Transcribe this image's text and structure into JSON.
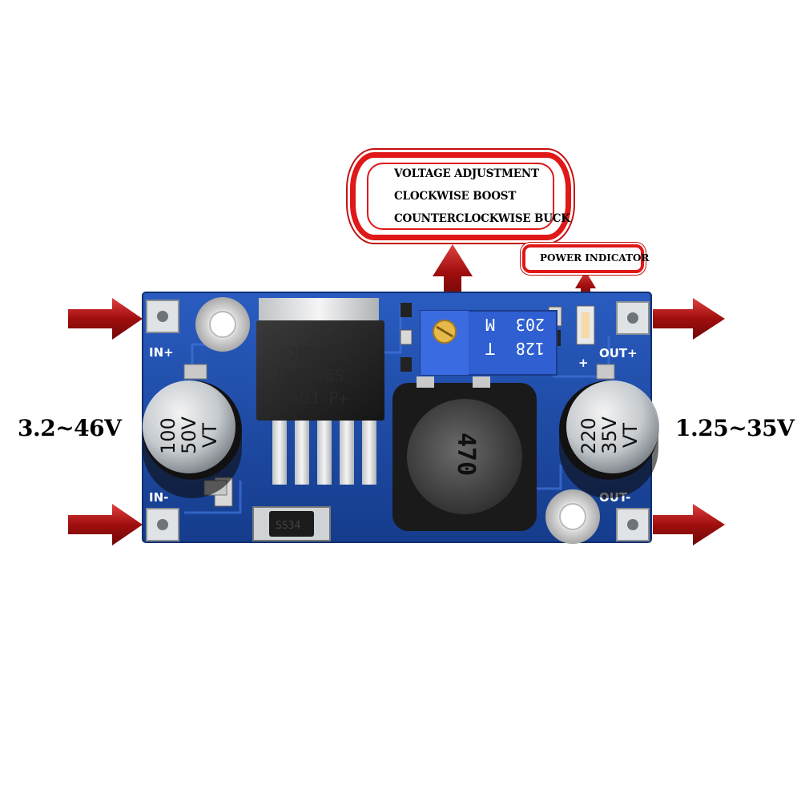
{
  "callout": {
    "line1": "VOLTAGE ADJUSTMENT",
    "line2": "CLOCKWISE BOOST",
    "line3": "COUNTERCLOCKWISE BUCK"
  },
  "indicator_label": "POWER INDICATOR",
  "input_voltage": "3.2~46V",
  "output_voltage": "1.25~35V",
  "pads": {
    "in_plus": "IN+",
    "in_minus": "IN-",
    "out_plus": "OUT+",
    "out_minus": "OUT-",
    "plus_mark": "+"
  },
  "regulator_chip": {
    "line1": "JM74RS",
    "line2": "LM2596S",
    "line3": "-ADJ P+"
  },
  "potentiometer": {
    "line1": "203",
    "line2": "M",
    "line3": "128",
    "line4": "T"
  },
  "inductor_marking": "470",
  "capacitor_in": {
    "line1": "100",
    "line2": "50V",
    "line3": "VT"
  },
  "capacitor_out": {
    "line1": "220",
    "line2": "35V",
    "line3": "VT"
  },
  "diode_marking": "SS34",
  "colors": {
    "pcb": "#1f4fa8",
    "arrow": "#b01010",
    "callout_border": "#e01818",
    "trimmer": "#2f5fd0"
  }
}
